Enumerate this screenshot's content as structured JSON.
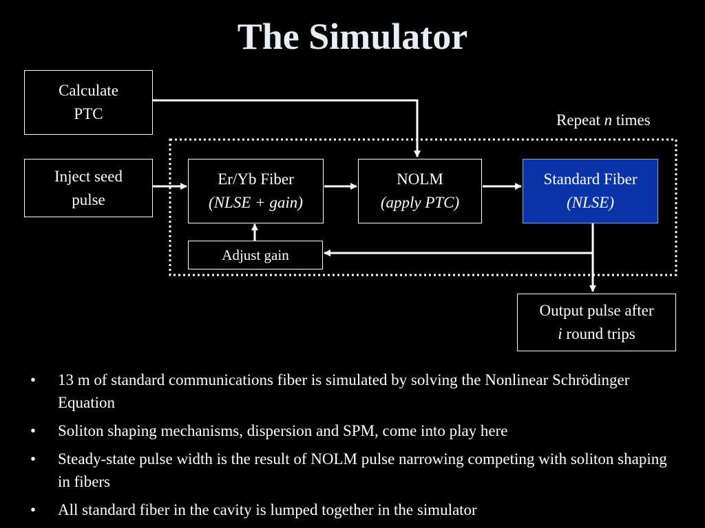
{
  "slide": {
    "title": "The Simulator"
  },
  "diagram": {
    "calculate_ptc": {
      "line1": "Calculate",
      "line2": "PTC"
    },
    "inject": {
      "line1": "Inject seed",
      "line2": "pulse"
    },
    "eryb": {
      "line1": "Er/Yb Fiber",
      "line2": "(NLSE + gain)"
    },
    "nolm": {
      "line1": "NOLM",
      "line2": "(apply PTC)"
    },
    "std_fiber": {
      "line1": "Standard Fiber",
      "line2": "(NLSE)",
      "color": "#0a33a8"
    },
    "adjust_gain": {
      "label": "Adjust gain"
    },
    "output": {
      "line1": "Output pulse after",
      "line2_var": "i",
      "line2_rest": " round trips"
    },
    "repeat": {
      "prefix": "Repeat ",
      "var": "n",
      "suffix": " times"
    }
  },
  "bullets": [
    "13 m of standard communications fiber is simulated by solving the Nonlinear Schrödinger Equation",
    "Soliton shaping mechanisms, dispersion and SPM, come into play here",
    "Steady-state pulse width is the result of NOLM pulse narrowing competing with soliton shaping in fibers",
    "All standard fiber in the cavity is lumped together in the simulator"
  ],
  "bullet_marker": "•"
}
